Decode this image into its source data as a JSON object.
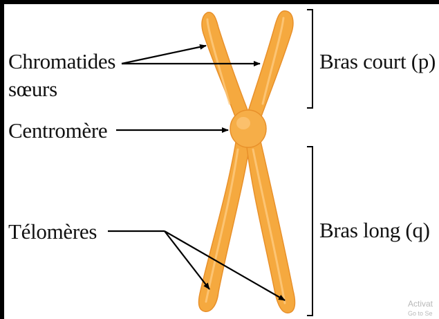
{
  "labels": {
    "sister_chromatids_line1": "Chromatides",
    "sister_chromatids_line2": "sœurs",
    "centromere": "Centromère",
    "telomeres": "Télomères",
    "short_arm": "Bras court (p)",
    "long_arm": "Bras long (q)"
  },
  "watermark": {
    "line1": "Activat",
    "line2": "Go to Se"
  },
  "colors": {
    "chromatid_fill": "#F5A93F",
    "chromatid_edge": "#E8902A",
    "chromatid_highlight": "#FFD08A",
    "centromere_fill": "#F6AE48",
    "text": "#111111",
    "arrows": "#000000"
  }
}
